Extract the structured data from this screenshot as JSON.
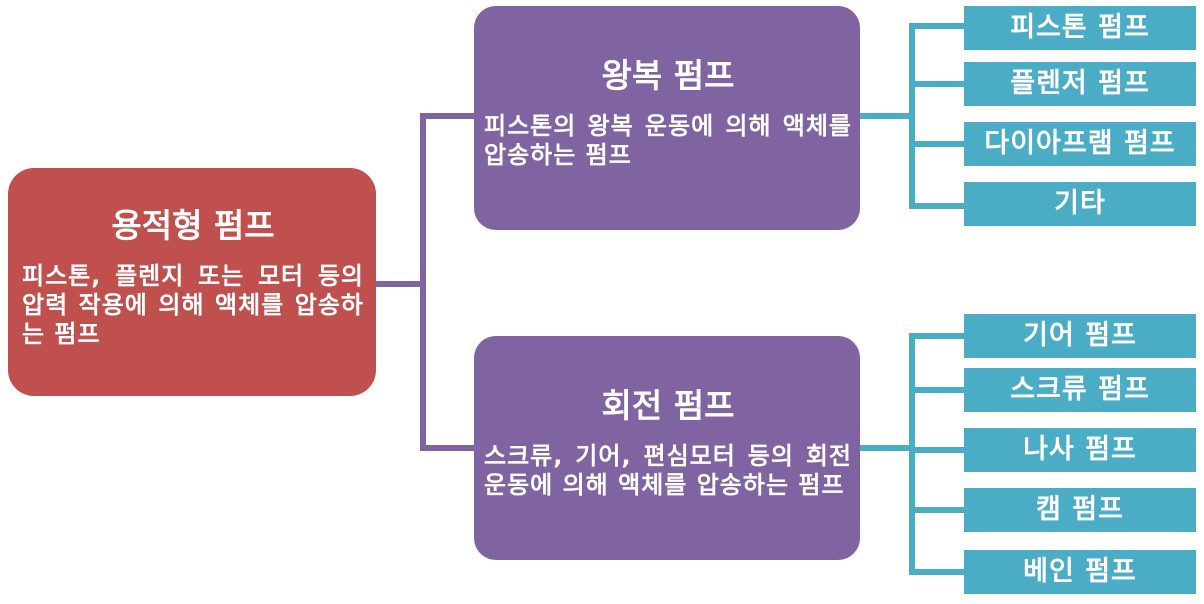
{
  "root": {
    "title": "용적형 펌프",
    "desc": "피스톤, 플렌지 또는 모터 등의 압력 작용에 의해 액체를 압송하는 펌프"
  },
  "branches": [
    {
      "title": "왕복 펌프",
      "desc": "피스톤의 왕복 운동에 의해 액체를 압송하는 펌프",
      "items": [
        "피스톤 펌프",
        "플렌저 펌프",
        "다이아프램 펌프",
        "기타"
      ]
    },
    {
      "title": "회전 펌프",
      "desc": "스크류, 기어, 편심모터 등의 회전운동에 의해 액체를 압송하는 펌프",
      "items": [
        "기어 펌프",
        "스크류 펌프",
        "나사 펌프",
        "캠 펌프",
        "베인 펌프"
      ]
    }
  ],
  "colors": {
    "root": "#c0504d",
    "branch": "#8064a2",
    "leaf": "#4bacc6"
  }
}
